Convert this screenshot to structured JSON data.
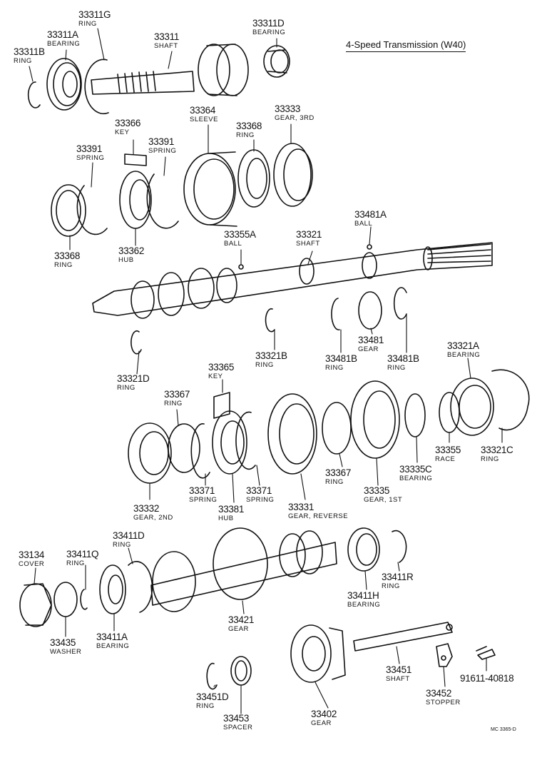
{
  "title": "4-Speed Transmission  (W40)",
  "drawing_code": "MC 3365-D",
  "parts": [
    {
      "id": "33311B",
      "name": "RING"
    },
    {
      "id": "33311A",
      "name": "BEARING"
    },
    {
      "id": "33311G",
      "name": "RING"
    },
    {
      "id": "33311",
      "name": "SHAFT"
    },
    {
      "id": "33311D",
      "name": "BEARING"
    },
    {
      "id": "33391a",
      "number": "33391",
      "name": "SPRING"
    },
    {
      "id": "33366",
      "name": "KEY"
    },
    {
      "id": "33391b",
      "number": "33391",
      "name": "SPRING"
    },
    {
      "id": "33364",
      "name": "SLEEVE"
    },
    {
      "id": "33368b",
      "number": "33368",
      "name": "RING"
    },
    {
      "id": "33333",
      "name": "GEAR, 3RD"
    },
    {
      "id": "33368a",
      "number": "33368",
      "name": "RING"
    },
    {
      "id": "33362",
      "name": "HUB"
    },
    {
      "id": "33355A",
      "name": "BALL"
    },
    {
      "id": "33321",
      "name": "SHAFT"
    },
    {
      "id": "33481A",
      "name": "BALL"
    },
    {
      "id": "33321D",
      "name": "RING"
    },
    {
      "id": "33321B",
      "name": "RING"
    },
    {
      "id": "33481B",
      "name": "RING"
    },
    {
      "id": "33481",
      "name": "GEAR"
    },
    {
      "id": "33481Bb",
      "number": "33481B",
      "name": "RING"
    },
    {
      "id": "33365",
      "name": "KEY"
    },
    {
      "id": "33367a",
      "number": "33367",
      "name": "RING"
    },
    {
      "id": "33321A",
      "name": "BEARING"
    },
    {
      "id": "33355",
      "name": "RACE"
    },
    {
      "id": "33321C",
      "name": "RING"
    },
    {
      "id": "33335C",
      "name": "BEARING"
    },
    {
      "id": "33367b",
      "number": "33367",
      "name": "RING"
    },
    {
      "id": "33335",
      "name": "GEAR, 1ST"
    },
    {
      "id": "33332",
      "name": "GEAR, 2ND"
    },
    {
      "id": "33371a",
      "number": "33371",
      "name": "SPRING"
    },
    {
      "id": "33381",
      "name": "HUB"
    },
    {
      "id": "33371b",
      "number": "33371",
      "name": "SPRING"
    },
    {
      "id": "33331",
      "name": "GEAR, REVERSE"
    },
    {
      "id": "33411D",
      "name": "RING"
    },
    {
      "id": "33134",
      "name": "COVER"
    },
    {
      "id": "33411Q",
      "name": "RING"
    },
    {
      "id": "33411R",
      "name": "RING"
    },
    {
      "id": "33411H",
      "name": "BEARING"
    },
    {
      "id": "33435",
      "name": "WASHER"
    },
    {
      "id": "33411A",
      "name": "BEARING"
    },
    {
      "id": "33421",
      "name": "GEAR"
    },
    {
      "id": "33451",
      "name": "SHAFT"
    },
    {
      "id": "33452",
      "name": "STOPPER"
    },
    {
      "id": "91611-40818",
      "name": ""
    },
    {
      "id": "33451D",
      "name": "RING"
    },
    {
      "id": "33453",
      "name": "SPACER"
    },
    {
      "id": "33402",
      "name": "GEAR"
    }
  ]
}
